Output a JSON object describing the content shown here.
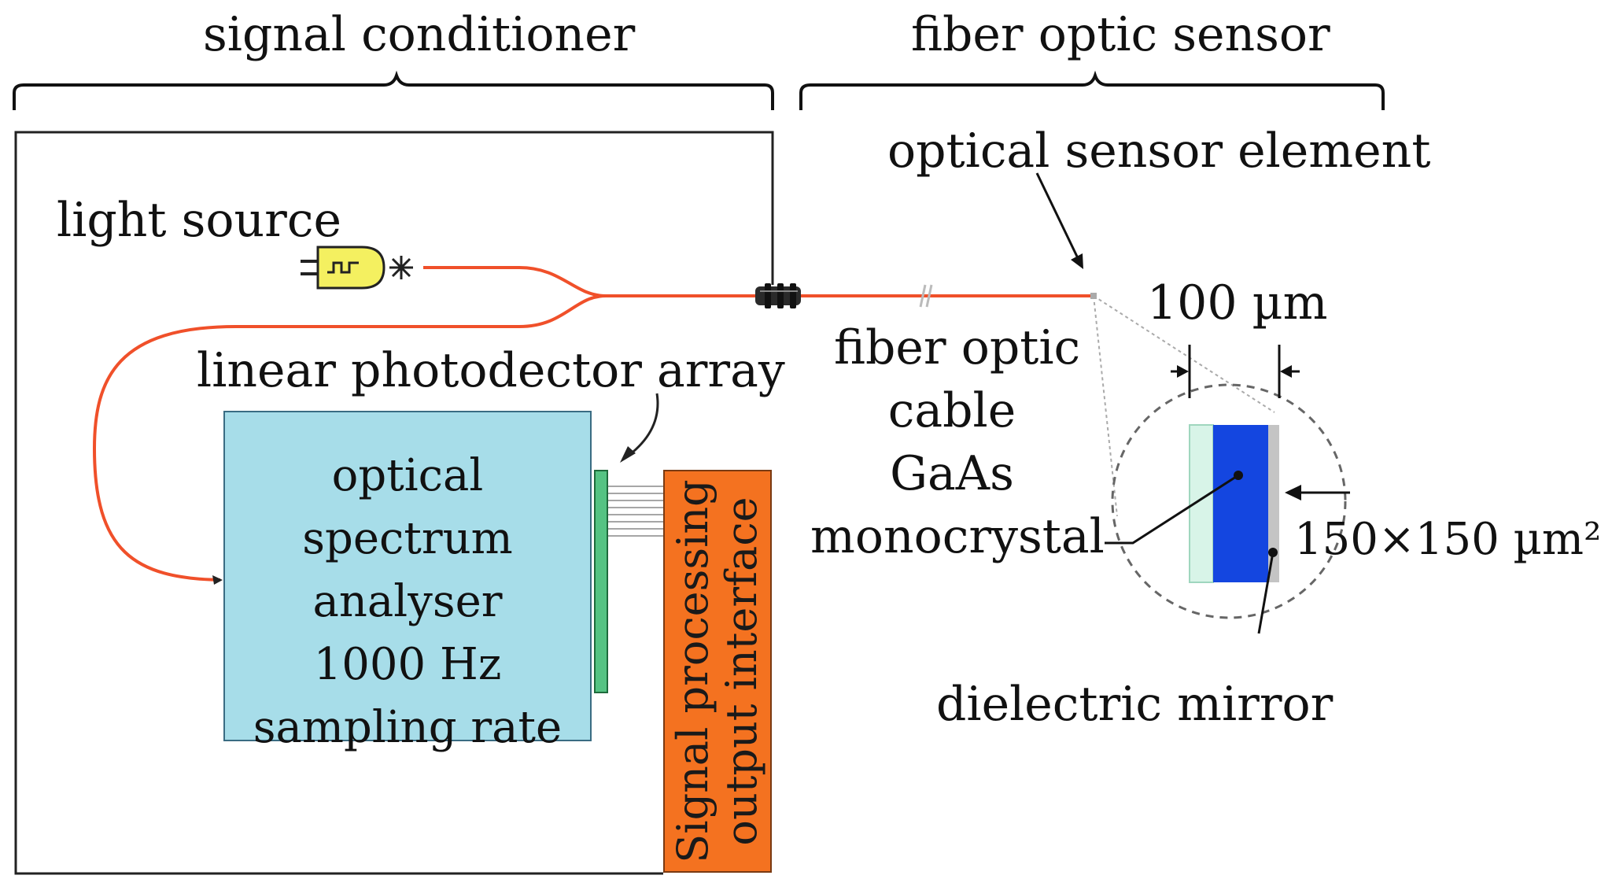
{
  "labels": {
    "signal_conditioner": "signal conditioner",
    "fiber_optic_sensor": "fiber optic sensor",
    "light_source": "light source",
    "linear_photodetector_array": "linear photodector array",
    "optical_sensor_element": "optical sensor element",
    "fiber_optic_cable_line1": "fiber optic",
    "fiber_optic_cable_line2": "cable",
    "gaas_line1": "GaAs",
    "gaas_line2": "monocrystal",
    "dielectric_mirror": "dielectric mirror",
    "width_dimension": "100 µm",
    "area_dimension": "150×150 µm²"
  },
  "osa": {
    "line1": "optical spectrum",
    "line2": "analyser",
    "line3": "1000 Hz",
    "line4": "sampling rate"
  },
  "signal_processing": {
    "line1": "Signal processing",
    "line2": "output interface"
  },
  "colors": {
    "fiber": "#f0502a",
    "osa_fill": "#a7dde9",
    "processing_fill": "#f47220",
    "photodetector_fill": "#55c383",
    "light_source_fill": "#f4f060",
    "gaas_crystal": "#1446e0",
    "substrate": "#d8f4e8",
    "mirror": "#c4c4c4"
  }
}
